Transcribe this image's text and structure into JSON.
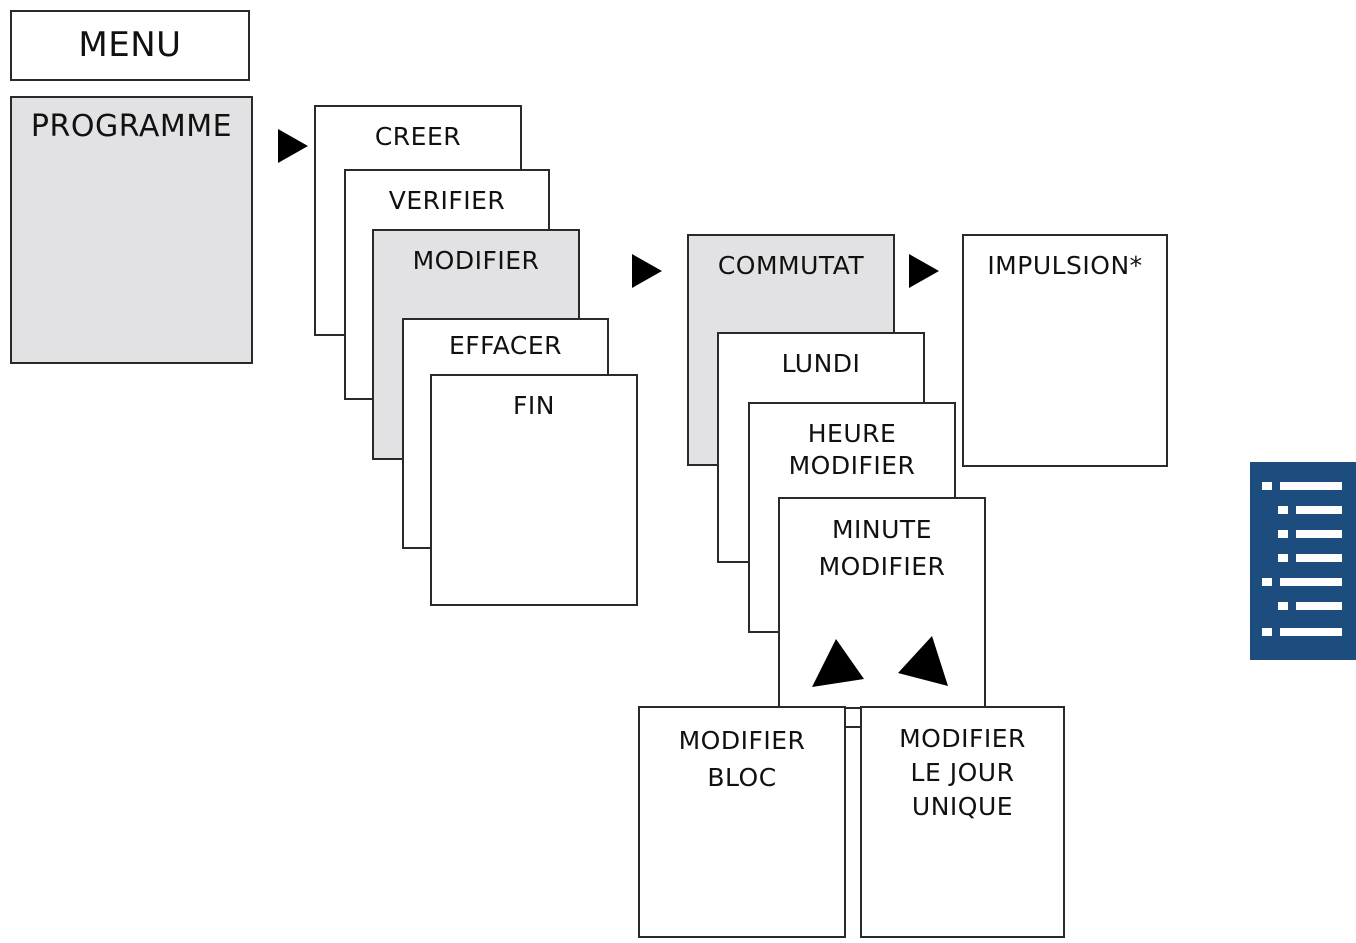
{
  "menu": {
    "title": "MENU"
  },
  "programme": {
    "label": "PROGRAMME"
  },
  "program_submenu": {
    "creer": "CREER",
    "verifier": "VERIFIER",
    "modifier": "MODIFIER",
    "effacer": "EFFACER",
    "fin": "FIN"
  },
  "modifier_submenu": {
    "commutat": "COMMUTAT",
    "lundi": "LUNDI",
    "heure_modifier": [
      "HEURE",
      "MODIFIER"
    ],
    "minute_modifier": [
      "MINUTE",
      "MODIFIER"
    ]
  },
  "impulsion": {
    "label": "IMPULSION*"
  },
  "choices": {
    "modifier_bloc": [
      "MODIFIER",
      "BLOC"
    ],
    "modifier_jour_unique": [
      "MODIFIER",
      "LE JOUR",
      "UNIQUE"
    ]
  },
  "colors": {
    "highlight_fill": "#e2e2e4",
    "border": "#2a2a2a",
    "logo_blue": "#1c4d7e"
  },
  "icons": {
    "logo": "brand-logo-icon",
    "arrow": "arrow-right-icon",
    "up_arrows": "arrow-up-icon"
  }
}
